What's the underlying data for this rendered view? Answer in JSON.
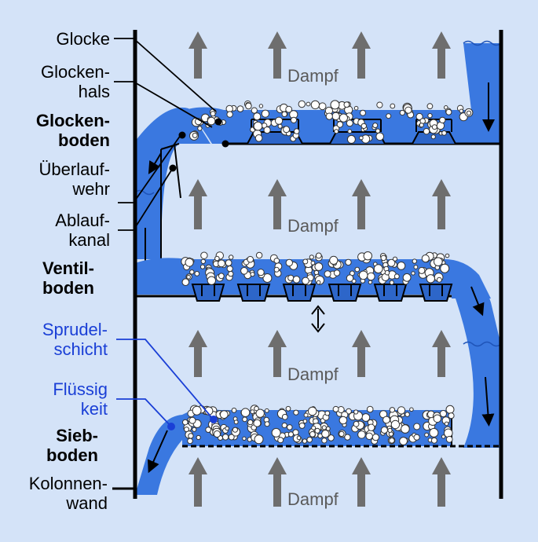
{
  "labels": {
    "glocke": "Glocke",
    "glockenhals_1": "Glocken-",
    "glockenhals_2": "hals",
    "glockenboden_1": "Glocken-",
    "glockenboden_2": "boden",
    "ueberlaufwehr_1": "Überlauf-",
    "ueberlaufwehr_2": "wehr",
    "ablaufkanal_1": "Ablauf-",
    "ablaufkanal_2": "kanal",
    "ventilboden_1": "Ventil-",
    "ventilboden_2": "boden",
    "sprudelschicht_1": "Sprudel-",
    "sprudelschicht_2": "schicht",
    "fluessigkeit_1": "Flüssig",
    "fluessigkeit_2": "keit",
    "siebboden_1": "Sieb-",
    "siebboden_2": "boden",
    "kolonnenwand_1": "Kolonnen-",
    "kolonnenwand_2": "wand"
  },
  "vapor_label": "Dampf",
  "colors": {
    "background": "#d4e3f8",
    "liquid": "#3a78e0",
    "liquid_dark": "#1f54b8",
    "vapor_arrow": "#6e6e6e",
    "blue_text": "#1a3fd6"
  }
}
